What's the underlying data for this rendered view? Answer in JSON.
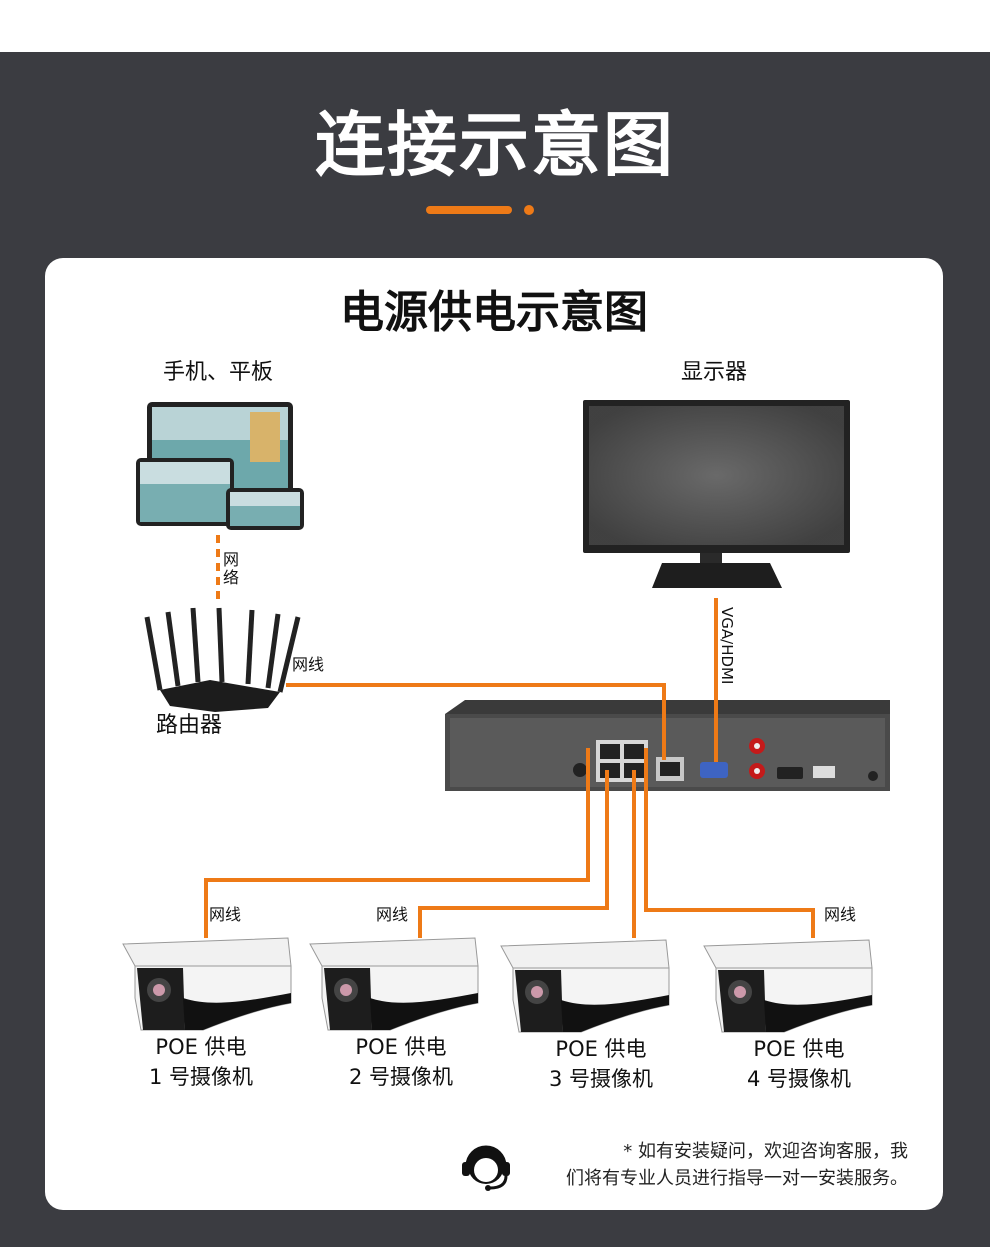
{
  "page": {
    "main_title": "连接示意图",
    "card_title": "电源供电示意图"
  },
  "devices": {
    "mobile_label": "手机、平板",
    "monitor_label": "显示器",
    "router_label": "路由器",
    "network_label_line1": "网",
    "network_label_line2": "络",
    "cable_label": "网线",
    "video_label": "VGA/HDMI"
  },
  "cameras": [
    {
      "line1": "POE 供电",
      "line2": "1 号摄像机"
    },
    {
      "line1": "POE 供电",
      "line2": "2 号摄像机"
    },
    {
      "line1": "POE 供电",
      "line2": "3 号摄像机"
    },
    {
      "line1": "POE 供电",
      "line2": "4 号摄像机"
    }
  ],
  "note": {
    "line1": "* 如有安装疑问，欢迎咨询客服，我",
    "line2": "们将有专业人员进行指导一对一安装服务。"
  },
  "colors": {
    "banner": "#3b3c41",
    "accent": "#ee7a17",
    "wire": "#ee7a17"
  },
  "icons": [
    "customer-service-icon",
    "hdmi-port-icon",
    "vga-port-icon",
    "usb-port-icon",
    "rj45-port-icon"
  ]
}
